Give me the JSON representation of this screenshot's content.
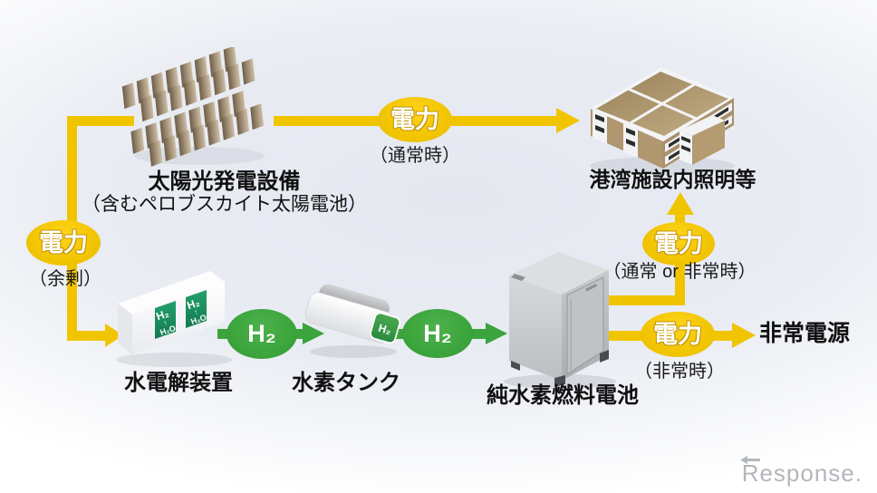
{
  "colors": {
    "power_yellow": "#F1C400",
    "hydrogen_green": "#3BA43C",
    "panel_tan": "#AB9168",
    "text_black": "#111111"
  },
  "nodes": {
    "solar": {
      "title": "太陽光発電設備",
      "subtitle": "（含むペロブスカイト太陽電池）"
    },
    "port_building": {
      "label": "港湾施設内照明等"
    },
    "electrolyzer": {
      "label": "水電解装置",
      "sticker_h2": "H₂",
      "sticker_arrow": "↑",
      "sticker_h2o": "H₂O"
    },
    "h2_tank": {
      "label": "水素タンク",
      "mark": "H₂"
    },
    "fuel_cell": {
      "label": "純水素燃料電池"
    },
    "emergency_power": {
      "label": "非常電源"
    }
  },
  "flows": {
    "solar_to_building": {
      "badge": "電力",
      "note": "（通常時）"
    },
    "solar_surplus": {
      "badge": "電力",
      "note": "（余剰）"
    },
    "electrolyzer_to_tank": {
      "badge": "H₂"
    },
    "tank_to_fuelcell": {
      "badge": "H₂"
    },
    "fuelcell_to_building": {
      "badge": "電力",
      "note": "（通常 or 非常時）"
    },
    "fuelcell_to_emergency": {
      "badge": "電力",
      "note": "（非常時）"
    }
  },
  "watermark": "Response."
}
